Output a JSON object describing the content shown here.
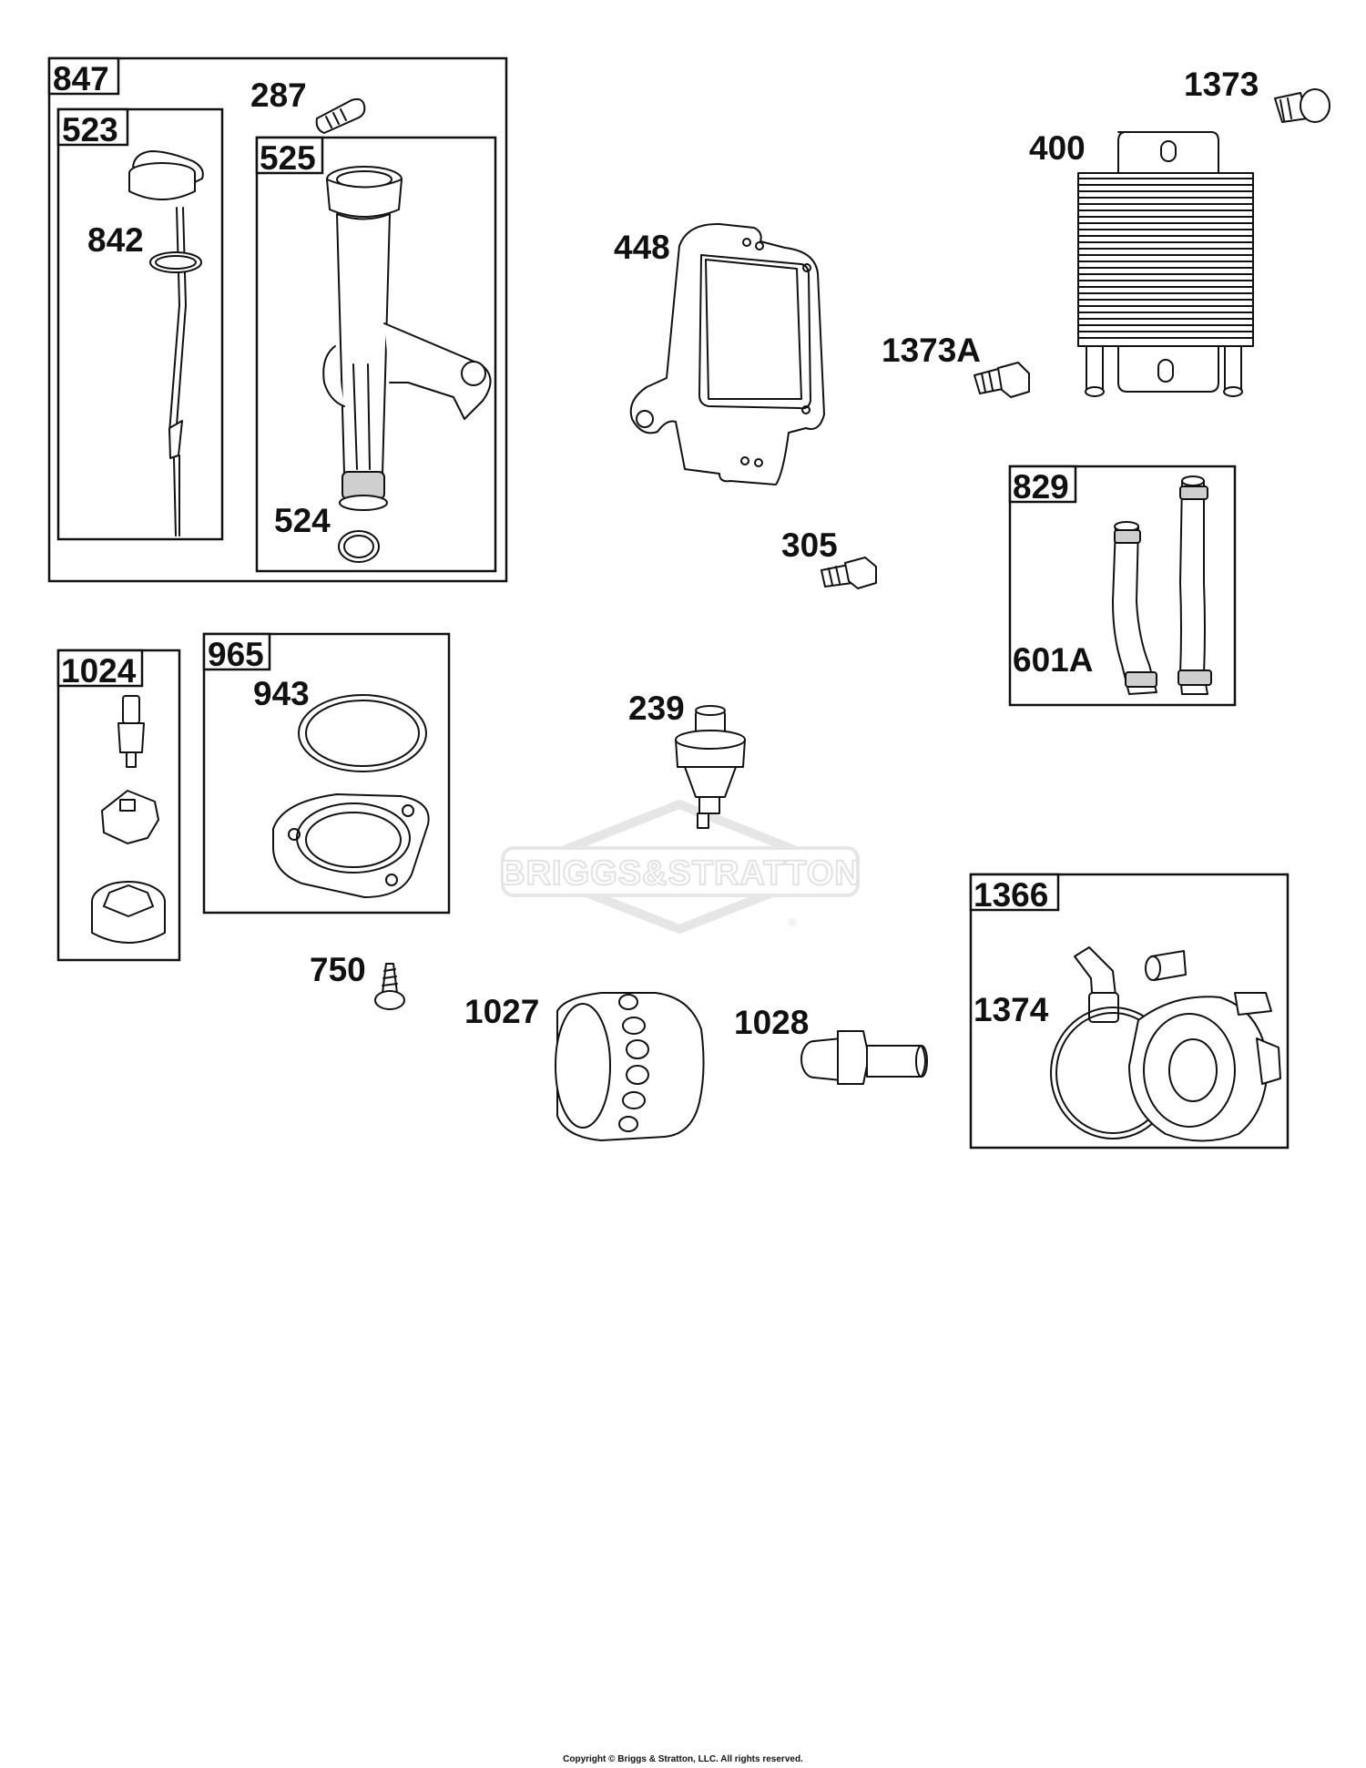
{
  "labels": {
    "l847": "847",
    "l523": "523",
    "l525": "525",
    "l287": "287",
    "l842": "842",
    "l524": "524",
    "l448": "448",
    "l1373": "1373",
    "l400": "400",
    "l1373A": "1373A",
    "l305": "305",
    "l829": "829",
    "l601A": "601A",
    "l1024": "1024",
    "l965": "965",
    "l943": "943",
    "l239": "239",
    "l750": "750",
    "l1027": "1027",
    "l1028": "1028",
    "l1366": "1366",
    "l1374": "1374"
  },
  "watermark": {
    "brand": "BRIGGS&STRATTON",
    "reg": "®"
  },
  "copyright": "Copyright © Briggs & Stratton, LLC. All rights reserved.",
  "colors": {
    "line": "#111111",
    "watermark": "#e6e6e6",
    "background": "#ffffff"
  }
}
